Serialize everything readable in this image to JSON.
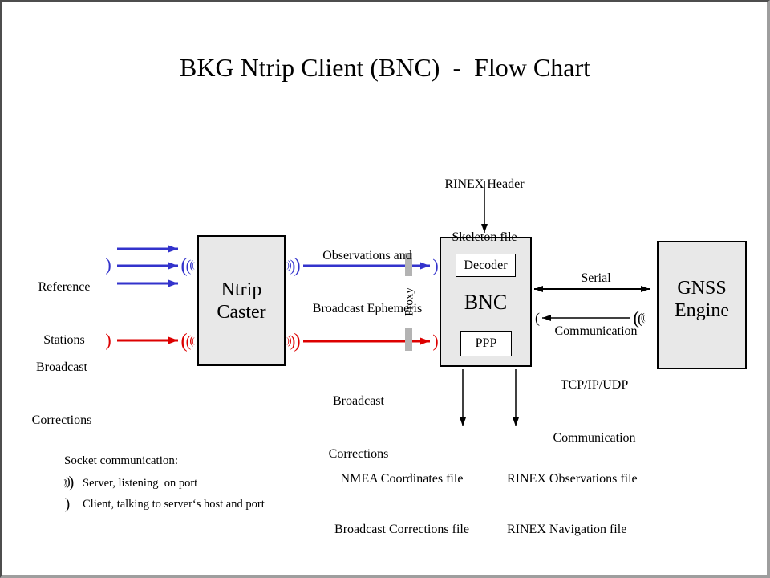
{
  "title": "BKG Ntrip Client (BNC)  -  Flow Chart",
  "colors": {
    "blue": "#3333cc",
    "red": "#dd0000",
    "box_fill": "#e8e8e8",
    "proxy_bar": "#b3b3b3",
    "frame_dark": "#4d4d4d",
    "frame_light": "#9e9e9e"
  },
  "nodes": {
    "ntrip_caster": {
      "line1": "Ntrip",
      "line2": "Caster"
    },
    "bnc": {
      "label": "BNC",
      "decoder": "Decoder",
      "ppp": "PPP"
    },
    "gnss_engine": {
      "line1": "GNSS",
      "line2": "Engine"
    }
  },
  "labels": {
    "reference_stations": {
      "line1": "Reference",
      "line2": "Stations"
    },
    "broadcast_corrections_in": {
      "line1": "Broadcast",
      "line2": "Corrections"
    },
    "observations_ephemeris": {
      "line1": "Observations and",
      "line2": "Broadcast Ephemeris"
    },
    "broadcast_corrections_stream": {
      "line1": "Broadcast",
      "line2": "Corrections"
    },
    "rinex_header": {
      "line1": "RINEX Header",
      "line2": "Skeleton file"
    },
    "serial_communication": {
      "line1": "Serial",
      "line2": "Communication"
    },
    "tcp_communication": {
      "line1": "TCP/IP/UDP",
      "line2": "Communication"
    },
    "nmea_outputs": {
      "line1": "NMEA Coordinates file",
      "line2": "Broadcast Corrections file"
    },
    "rinex_outputs": {
      "line1": "RINEX Observations file",
      "line2": "RINEX Navigation file"
    },
    "proxy": "Proxy"
  },
  "legend": {
    "title": "Socket communication:",
    "server": "Server, listening  on port",
    "client": "Client, talking to server‘s host and port"
  },
  "icons": {
    "server_socket": "radio-waves-socket-icon",
    "client_socket": "single-arc-socket-icon"
  }
}
